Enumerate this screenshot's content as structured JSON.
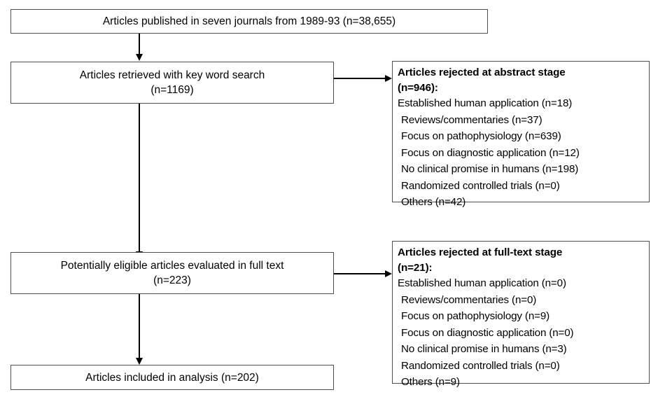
{
  "diagram": {
    "title": "Study selection flow diagram",
    "stroke_color": "#4d4d4d",
    "arrow_color": "#000000",
    "background": "#ffffff",
    "nodes": {
      "published": {
        "lines": [
          "Articles published in seven journals from 1989-93 (n=38,655)"
        ]
      },
      "retrieved": {
        "lines": [
          "Articles retrieved with key word search",
          "(n=1169)"
        ]
      },
      "fulltext": {
        "lines": [
          "Potentially eligible articles evaluated in full text",
          "(n=223)"
        ]
      },
      "included": {
        "lines": [
          "Articles included in analysis (n=202)"
        ]
      },
      "rejected_abstract": {
        "header_line1": "Articles rejected at abstract stage",
        "header_line2": "(n=946):",
        "items": [
          "Established human application (n=18)",
          "Reviews/commentaries (n=37)",
          "Focus on pathophysiology (n=639)",
          "Focus on diagnostic application (n=12)",
          "No clinical promise in humans (n=198)",
          "Randomized controlled trials (n=0)",
          "Others (n=42)"
        ]
      },
      "rejected_fulltext": {
        "header_line1": "Articles rejected at full-text stage",
        "header_line2": "(n=21):",
        "items": [
          "Established human application (n=0)",
          "Reviews/commentaries (n=0)",
          "Focus on pathophysiology (n=9)",
          "Focus on diagnostic application (n=0)",
          "No clinical promise in humans (n=3)",
          "Randomized controlled trials (n=0)",
          "Others (n=9)"
        ]
      }
    }
  }
}
